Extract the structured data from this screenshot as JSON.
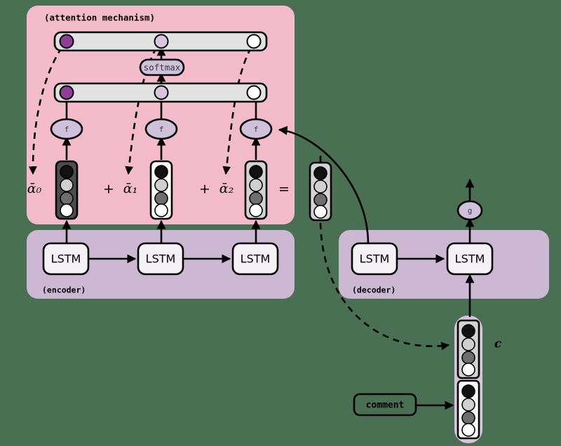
{
  "meta": {
    "background_color": "#4a7053",
    "attention_panel_color": "#f4bbcc",
    "encoder_panel_color": "#cdb8d3",
    "decoder_panel_color": "#cdb8d3",
    "context_panel_color": "#d9c3dd",
    "bar_fill": "#e2e2e2",
    "node_fill": "#cfc0db",
    "lstm_fill": "#f4f2f4",
    "vector_dark_bg": "#4d4d4d",
    "vector_light_bg": "#d4d4d4",
    "vector_white_bg": "#ffffff",
    "purple_dot": "#8e3f95",
    "light_purple_dot": "#d8c6e0",
    "stroke": "#000000"
  },
  "panels": {
    "attention": {
      "label": "(attention mechanism)"
    },
    "encoder": {
      "label": "(encoder)"
    },
    "decoder": {
      "label": "(decoder)"
    }
  },
  "attention": {
    "softmax_label": "softmax",
    "f_label": "f",
    "top_bar_cells": [
      {
        "name": "top-cell-0",
        "fill": "#8e3f95"
      },
      {
        "name": "top-cell-1",
        "fill": "#d8c6e0"
      },
      {
        "name": "top-cell-2",
        "fill": "#ffffff"
      }
    ],
    "bottom_bar_cells": [
      {
        "name": "bottom-cell-0",
        "fill": "#8e3f95"
      },
      {
        "name": "bottom-cell-1",
        "fill": "#d8c6e0"
      },
      {
        "name": "bottom-cell-2",
        "fill": "#ffffff"
      }
    ],
    "weight_labels": [
      "ᾱ₀",
      "ᾱ₁",
      "ᾱ₂"
    ],
    "operators": [
      "+",
      "+",
      "="
    ]
  },
  "vectors": {
    "cell_fills": [
      "#111111",
      "#d0d0d0",
      "#6e6e6e",
      "#ffffff"
    ],
    "encoder_hidden": [
      {
        "name": "encoder-hidden-state-0",
        "bg": "#4d4d4d"
      },
      {
        "name": "encoder-hidden-state-1",
        "bg": "#ffffff"
      },
      {
        "name": "encoder-hidden-state-2",
        "bg": "#d4d4d4"
      }
    ],
    "context_result": {
      "name": "attention-context-vector",
      "bg": "#d4d4d4"
    },
    "context_top": {
      "name": "context-vector-c",
      "bg": "#d4d4d4"
    },
    "context_bottom": {
      "name": "comment-embedding-vector",
      "bg": "#ffffff"
    },
    "context_label": "c"
  },
  "encoder": {
    "cells": [
      {
        "name": "encoder-lstm-0",
        "label": "LSTM"
      },
      {
        "name": "encoder-lstm-1",
        "label": "LSTM"
      },
      {
        "name": "encoder-lstm-2",
        "label": "LSTM"
      }
    ]
  },
  "decoder": {
    "cells": [
      {
        "name": "decoder-lstm-0",
        "label": "LSTM"
      },
      {
        "name": "decoder-lstm-1",
        "label": "LSTM"
      }
    ],
    "output_node_label": "g"
  },
  "input": {
    "comment_label": "comment"
  }
}
